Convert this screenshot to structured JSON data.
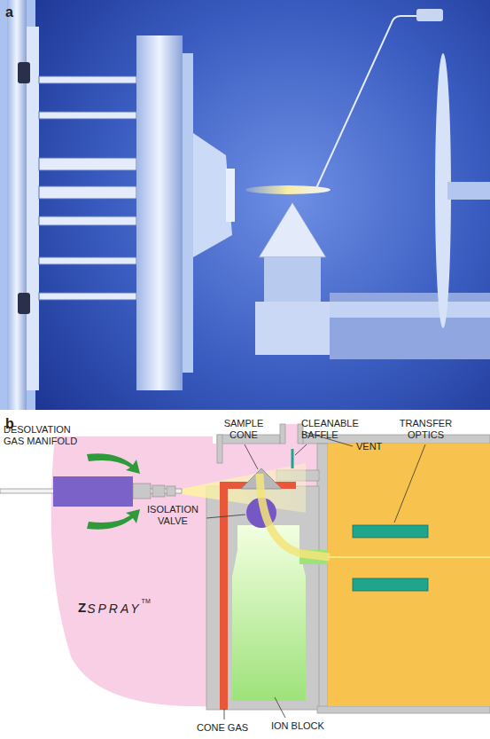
{
  "diagram": {
    "labels": [
      "a",
      "b",
      "DESOLVATION GAS MANIFOLD",
      "SAMPLE CONE",
      "CLEANABLE BAFFLE",
      "VENT",
      "TRANSFER OPTICS",
      "ISOLATION VALVE",
      "Z",
      "SPRAY",
      "TM",
      "CONE GAS",
      "ION BLOCK"
    ]
  }
}
